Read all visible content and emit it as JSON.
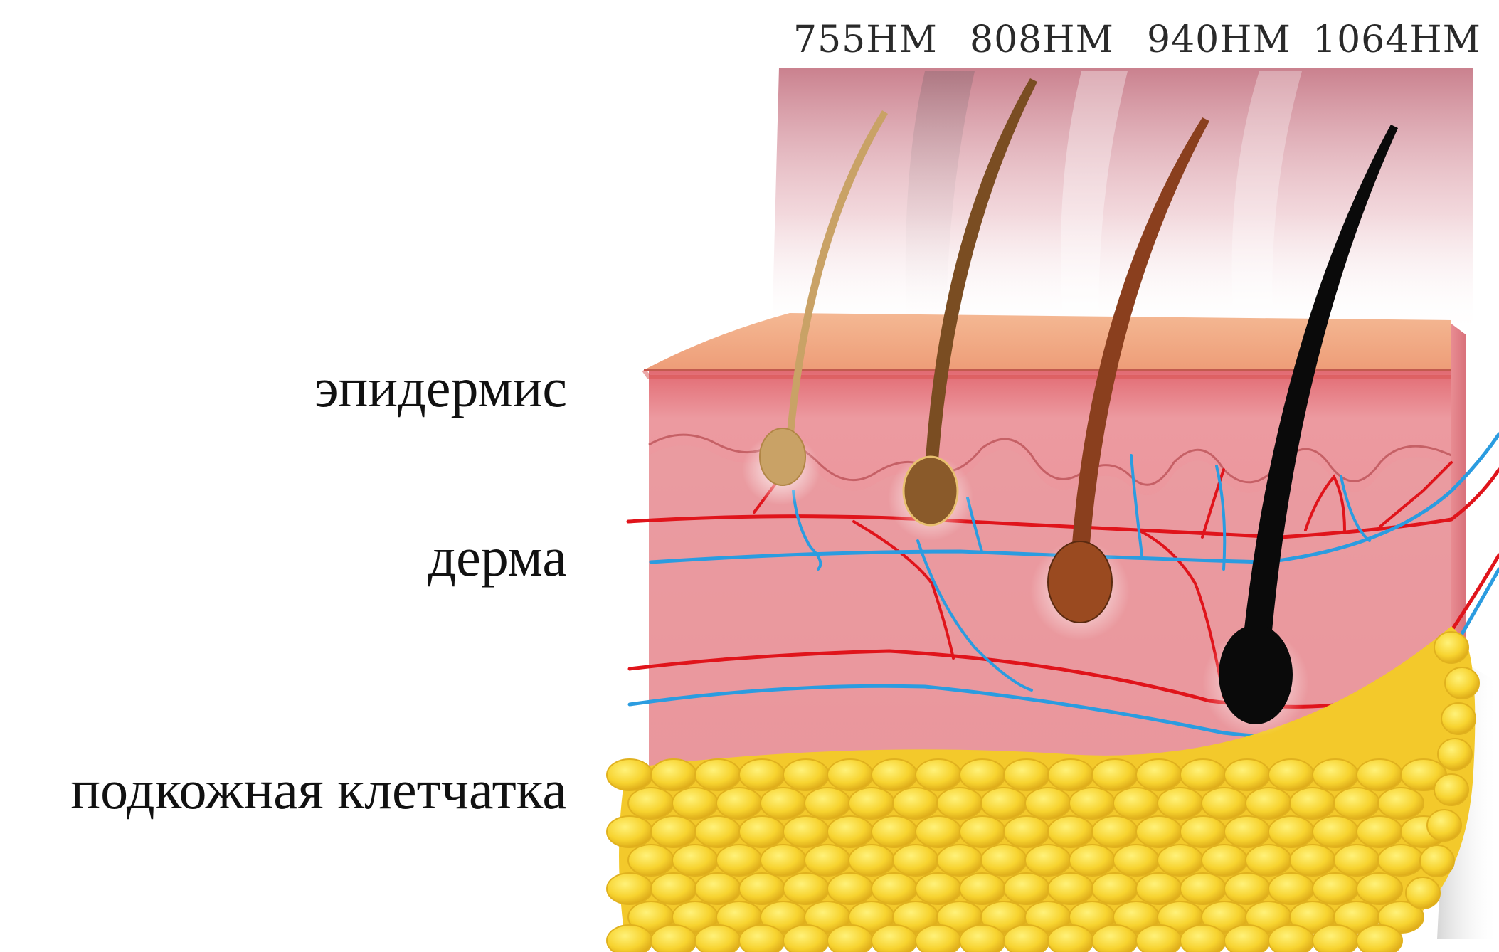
{
  "wavelengths": [
    "755НМ",
    "808НМ",
    "940НМ",
    "1064НМ"
  ],
  "layers": {
    "epidermis": "эпидермис",
    "dermis": "дерма",
    "subcutaneous": "подкожная клетчатка"
  },
  "colors": {
    "epidermis_top": "#f0a880",
    "dermis": "#e88f93",
    "dermis_dark": "#d9656e",
    "fat": "#f7d63b",
    "fat_shadow": "#e0b11e",
    "artery": "#e0141b",
    "vein": "#2b9ce0",
    "hair_755": "#c9a266",
    "hair_808": "#7a4d22",
    "hair_940": "#8a3f1e",
    "hair_1064": "#0a0a0a",
    "beam": "#c98a96"
  },
  "icons": [
    "hair-follicle-icon",
    "blood-vessel-icon",
    "fat-cell-icon"
  ]
}
